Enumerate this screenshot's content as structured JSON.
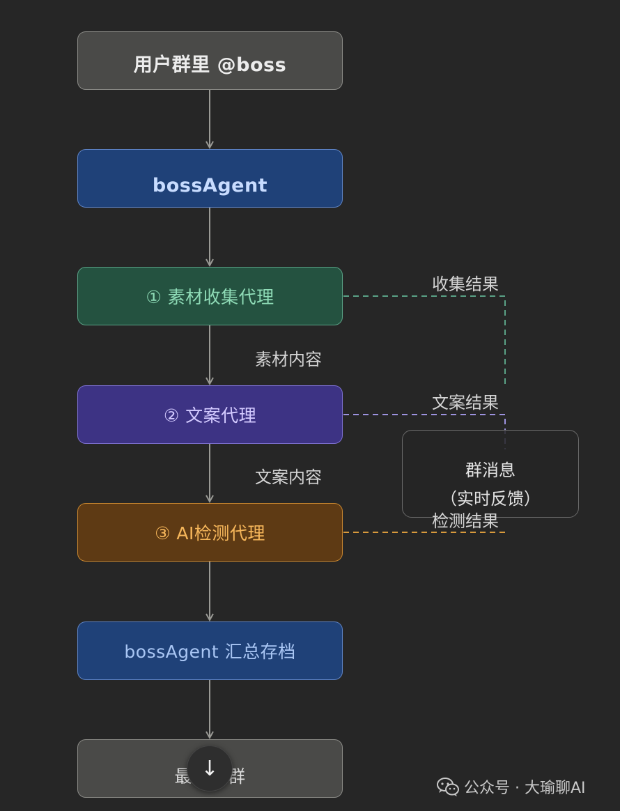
{
  "nodes": {
    "user": "用户群里 @boss",
    "boss": "bossAgent",
    "collect": "① 素材收集代理",
    "copy": "② 文案代理",
    "ai": "③ AI检测代理",
    "archive": "bossAgent 汇总存档",
    "final": "最终发群"
  },
  "edge_labels": {
    "material": "素材内容",
    "copytext": "文案内容",
    "collect_result": "收集结果",
    "copy_result": "文案结果",
    "ai_result": "检测结果"
  },
  "group_message": {
    "title": "群消息",
    "subtitle": "（实时反馈）"
  },
  "scroll_button": {
    "icon": "arrow-down-icon",
    "glyph": "↓"
  },
  "watermark": {
    "icon": "wechat-icon",
    "text": "公众号 · 大瑜聊AI"
  },
  "colors": {
    "background": "#262626",
    "arrow": "#9a9a95",
    "collect_dash": "#5aa286",
    "copy_dash": "#9d93e0",
    "ai_dash": "#d99a3c"
  }
}
